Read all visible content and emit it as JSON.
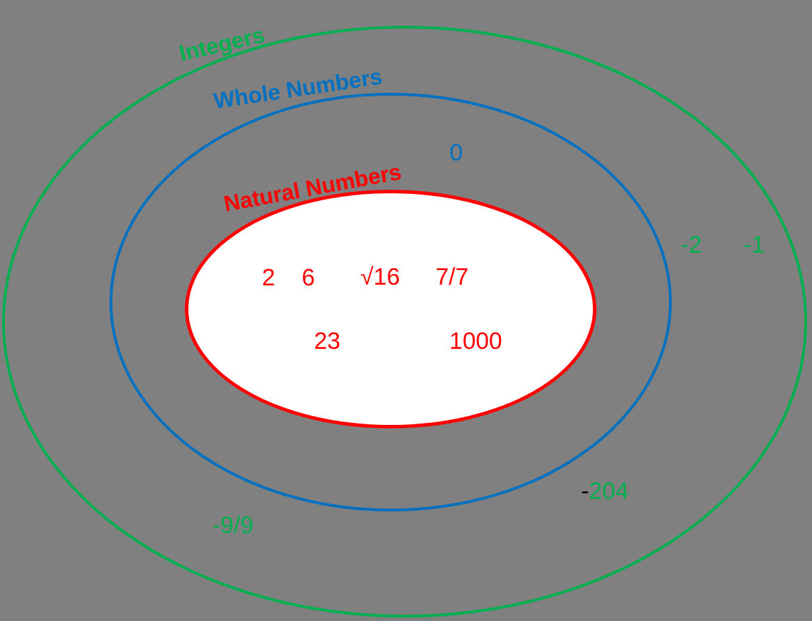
{
  "diagram": {
    "type": "euler-venn-nested-sets",
    "background_color": "#808080",
    "sets": {
      "integers": {
        "label": "Integers",
        "color": "#00B050",
        "elements": {
          "neg2": "-2",
          "neg1": "-1",
          "neg204_minus": "-",
          "neg204_value": "204",
          "neg9_over_9": "-9/9"
        }
      },
      "whole_numbers": {
        "label": "Whole Numbers",
        "color": "#0070C0",
        "elements": {
          "zero": "0"
        }
      },
      "natural_numbers": {
        "label": "Natural Numbers",
        "color": "#FF0000",
        "fill_color": "#FFFFFF",
        "elements": {
          "two": "2",
          "six": "6",
          "sqrt16": "√16",
          "seven_over_seven": "7/7",
          "twenty_three": "23",
          "one_thousand": "1000"
        }
      }
    },
    "neg204_minus_color": "#000000"
  }
}
